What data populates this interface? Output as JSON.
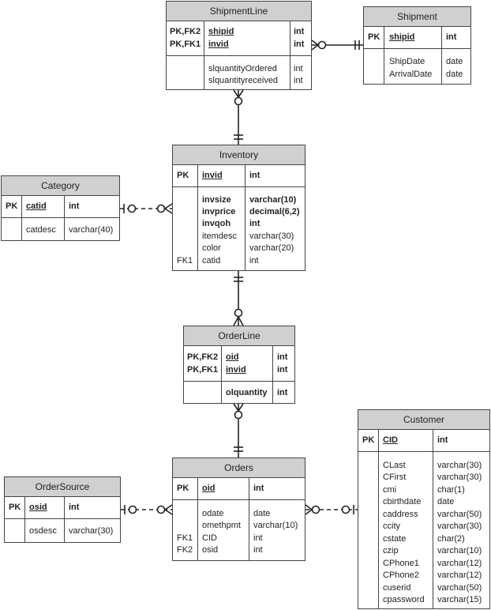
{
  "entities": {
    "shipmentline": {
      "title": "ShipmentLine",
      "key_labels": [
        "PK,FK2",
        "PK,FK1"
      ],
      "key_names": [
        "shipid",
        "invid"
      ],
      "key_types": [
        "int",
        "int"
      ],
      "attr_names": [
        "slquantityOrdered",
        "slquantityreceived"
      ],
      "attr_types": [
        "int",
        "int"
      ]
    },
    "shipment": {
      "title": "Shipment",
      "key_labels": [
        "PK"
      ],
      "key_names": [
        "shipid"
      ],
      "key_types": [
        "int"
      ],
      "attr_names": [
        "ShipDate",
        "ArrivalDate"
      ],
      "attr_types": [
        "date",
        "date"
      ]
    },
    "inventory": {
      "title": "Inventory",
      "key_labels": [
        "PK"
      ],
      "key_names": [
        "invid"
      ],
      "key_types": [
        "int"
      ],
      "attr_names": [
        "invsize",
        "invprice",
        "invqoh",
        "itemdesc",
        "color",
        "catid"
      ],
      "attr_types": [
        "varchar(10)",
        "decimal(6,2)",
        "int",
        "varchar(30)",
        "varchar(20)",
        "int"
      ],
      "attr_labels": [
        "",
        "",
        "",
        "",
        "",
        "FK1"
      ]
    },
    "category": {
      "title": "Category",
      "key_labels": [
        "PK"
      ],
      "key_names": [
        "catid"
      ],
      "key_types": [
        "int"
      ],
      "attr_names": [
        "catdesc"
      ],
      "attr_types": [
        "varchar(40)"
      ]
    },
    "orderline": {
      "title": "OrderLine",
      "key_labels": [
        "PK,FK2",
        "PK,FK1"
      ],
      "key_names": [
        "oid",
        "invid"
      ],
      "key_types": [
        "int",
        "int"
      ],
      "attr_names": [
        "olquantity"
      ],
      "attr_types": [
        "int"
      ]
    },
    "orders": {
      "title": "Orders",
      "key_labels": [
        "PK"
      ],
      "key_names": [
        "oid"
      ],
      "key_types": [
        "int"
      ],
      "attr_names": [
        "odate",
        "omethpmt",
        "CID",
        "osid"
      ],
      "attr_types": [
        "date",
        "varchar(10)",
        "int",
        "int"
      ],
      "attr_labels": [
        "",
        "",
        "FK1",
        "FK2"
      ]
    },
    "ordersource": {
      "title": "OrderSource",
      "key_labels": [
        "PK"
      ],
      "key_names": [
        "osid"
      ],
      "key_types": [
        "int"
      ],
      "attr_names": [
        "osdesc"
      ],
      "attr_types": [
        "varchar(30)"
      ]
    },
    "customer": {
      "title": "Customer",
      "key_labels": [
        "PK"
      ],
      "key_names": [
        "CID"
      ],
      "key_types": [
        "int"
      ],
      "attr_names": [
        "CLast",
        "CFirst",
        "cmi",
        "cbirthdate",
        "caddress",
        "ccity",
        "cstate",
        "czip",
        "CPhone1",
        "CPhone2",
        "cuserid",
        "cpassword"
      ],
      "attr_types": [
        "varchar(30)",
        "varchar(30)",
        "char(1)",
        "date",
        "varchar(50)",
        "varchar(30)",
        "char(2)",
        "varchar(10)",
        "varchar(12)",
        "varchar(12)",
        "varchar(50)",
        "varchar(15)"
      ]
    }
  },
  "colors": {
    "header": "#d0d0d0",
    "line": "#222222"
  }
}
